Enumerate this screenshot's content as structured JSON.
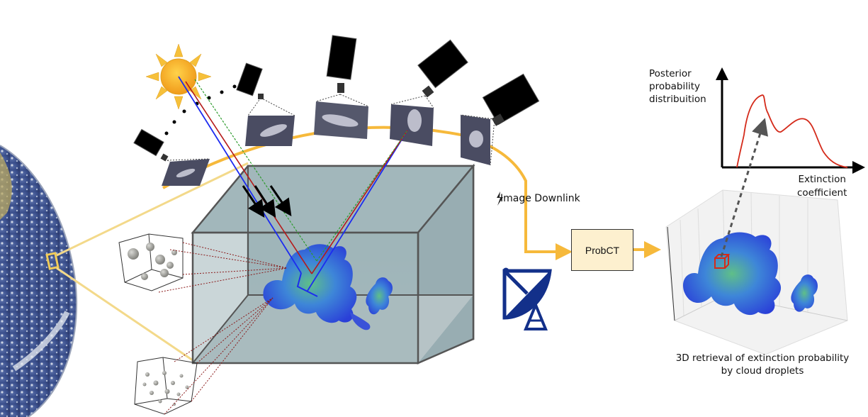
{
  "figure": {
    "title": "ProbCT pipeline overview",
    "labels": {
      "image_downlink": "Image Downlink",
      "probct": "ProbCT",
      "posterior_axis": "Posterior probability distribuition",
      "extinction_axis_line1": "Extinction",
      "extinction_axis_line2": "coefficient",
      "retrieval_caption_line1": "3D retrieval of extinction probability",
      "retrieval_caption_line2": "by cloud droplets"
    },
    "colors": {
      "orbit": "#f6b93b",
      "zoom_lines": "#f3d98a",
      "ray_blue": "#1c2bf0",
      "ray_red": "#b51a1a",
      "ray_green": "#2e9b2e",
      "posterior_curve": "#d42a1a",
      "probct_fill": "#fdf0cf",
      "antenna": "#13308a",
      "cloud_volume": "#9db3b8"
    },
    "components": [
      "earth",
      "sun",
      "satellites",
      "cloud-domain",
      "droplet-cubes",
      "ground-station",
      "probct-block",
      "retrieval-volume",
      "posterior-plot"
    ]
  }
}
